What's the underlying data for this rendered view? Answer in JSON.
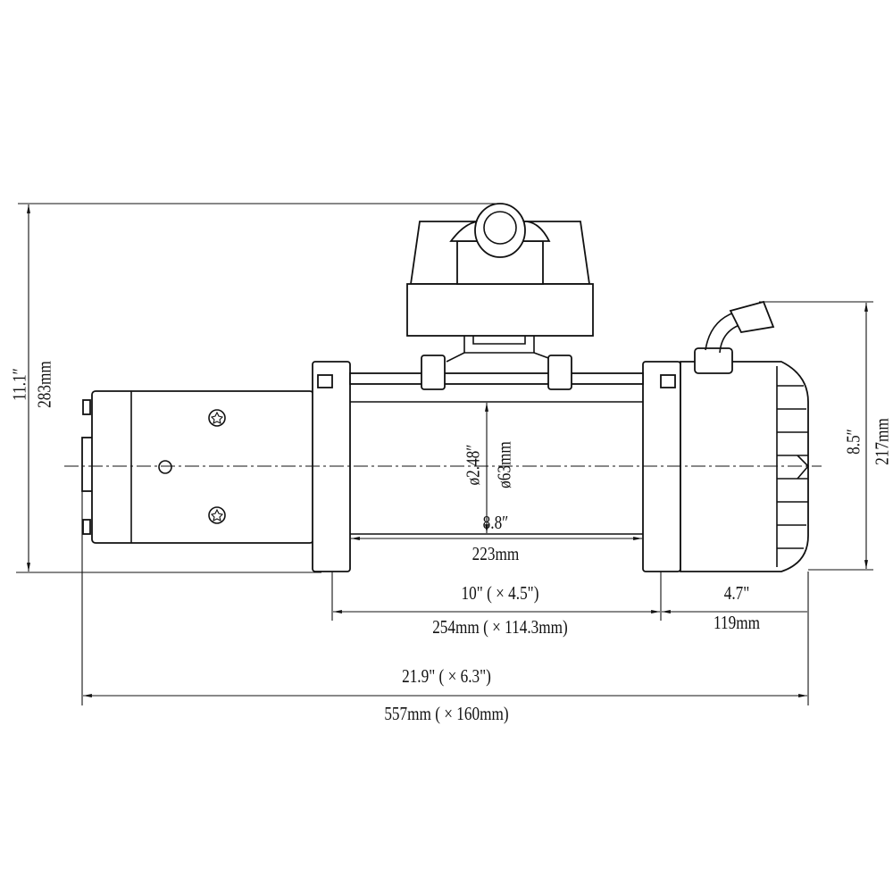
{
  "dimensions": {
    "total_height_in": "11.1″",
    "total_height_mm": "283mm",
    "gear_height_in": "8.5″",
    "gear_height_mm": "217mm",
    "drum_dia_in": "ø2.48″",
    "drum_dia_mm": "ø63mm",
    "drum_length_in": "8.8″",
    "drum_length_mm": "223mm",
    "mount_in": "10\" ( × 4.5\")",
    "mount_mm": "254mm ( × 114.3mm)",
    "gear_len_in": "4.7\"",
    "gear_len_mm": "119mm",
    "overall_in": "21.9\" ( × 6.3\")",
    "overall_mm": "557mm ( × 160mm)"
  }
}
